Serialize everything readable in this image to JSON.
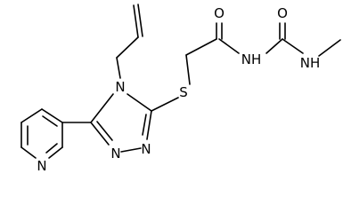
{
  "molecule": {
    "atoms": {
      "o_carbonyl": "O",
      "o_urea": "O",
      "nh_imide": "NH",
      "nh_methyl": "NH",
      "s": "S",
      "n4_triazole": "N",
      "n_triazole_left": "N",
      "n_triazole_right": "N",
      "n_pyridine": "N"
    }
  },
  "colors": {
    "bond": "#000000",
    "label": "#000000",
    "background": "#ffffff"
  }
}
